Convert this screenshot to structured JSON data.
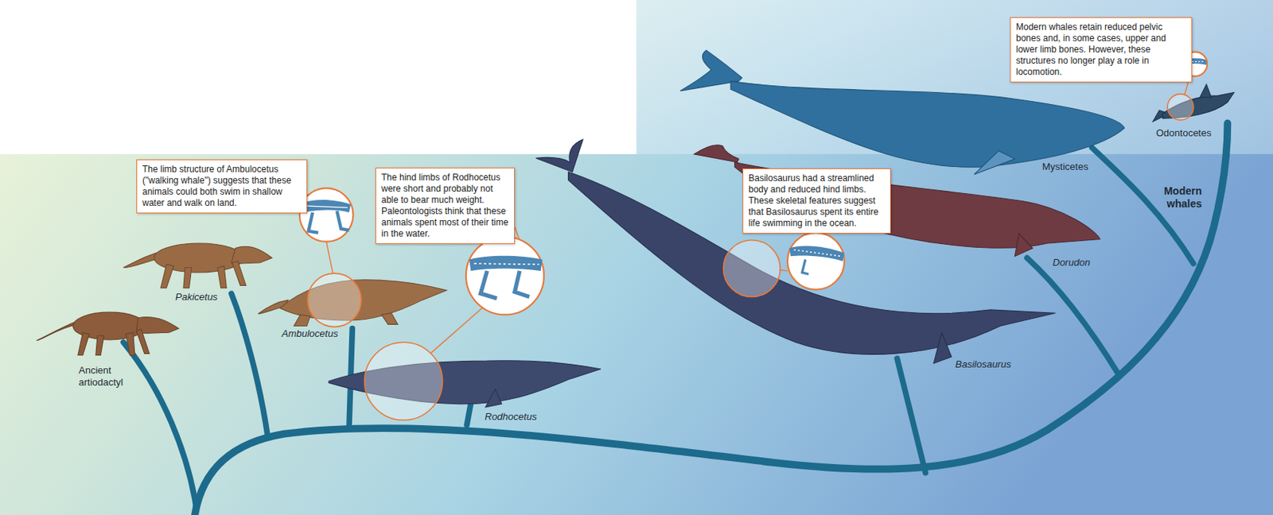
{
  "diagram": {
    "nodes": [
      {
        "text": [
          "The limb structure of Ambulocetus (\"walking whale\") suggests that these animals could both swim in shallow water and walk on land."
        ]
      },
      {
        "text": [
          "The hind limbs of Rodhocetus were short and probably not able to bear much weight. Paleontologists think that these animals spent most of their time in the water."
        ]
      },
      {
        "text": [
          "Basilosaurus had a streamlined body and reduced hind limbs. These skeletal features suggest that Basilosaurus spent its entire life swimming in the ocean."
        ]
      },
      {
        "text": [
          "Modern whales retain reduced pelvic bones and, in some cases, upper and lower limb bones. However, these structures no longer play a role in locomotion."
        ]
      }
    ],
    "labels": [
      "Ancient artiodactyl",
      "Pakicetus",
      "Ambulocetus",
      "Rodhocetus",
      "Basilosaurus",
      "Dorudon",
      "Mysticetes",
      "Odontocetes",
      "Modern whales"
    ]
  }
}
